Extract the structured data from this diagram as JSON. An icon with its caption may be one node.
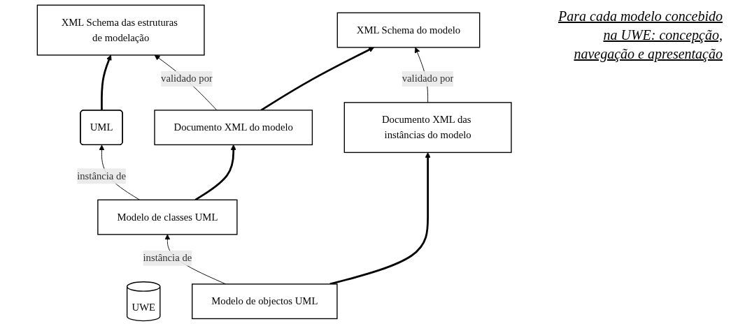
{
  "diagram": {
    "nodes": [
      {
        "text": [
          "UML"
        ]
      },
      {
        "text": [
          "UWE"
        ]
      },
      {
        "text": [
          "XML Schema das estruturas de modelação"
        ]
      },
      {
        "text": [
          "Modelo de classes UML"
        ]
      },
      {
        "text": [
          "Documento XML do modelo"
        ]
      },
      {
        "text": [
          "XML Schema do modelo"
        ]
      },
      {
        "text": [
          "Modelo de objectos UML"
        ]
      },
      {
        "text": [
          "Documento XML das instâncias do modelo"
        ]
      }
    ],
    "edges": [
      {
        "from": 0,
        "to": 2,
        "arrow": "to",
        "style": "thick"
      },
      {
        "from": 3,
        "to": 0,
        "arrow": "to",
        "label": "instância de"
      },
      {
        "from": 4,
        "to": 2,
        "arrow": "to",
        "label": "validado por"
      },
      {
        "from": 3,
        "to": 4,
        "arrow": "to",
        "style": "thick"
      },
      {
        "from": 4,
        "to": 5,
        "arrow": "to",
        "style": "thick"
      },
      {
        "from": 6,
        "to": 3,
        "arrow": "to",
        "label": "instância de"
      },
      {
        "from": 7,
        "to": 5,
        "arrow": "to",
        "label": "validado por"
      },
      {
        "from": 6,
        "to": 7,
        "arrow": "to",
        "style": "thick"
      }
    ],
    "labels": [
      "Para cada modelo concebido na UWE: concepção, navegação e apresentação"
    ]
  }
}
